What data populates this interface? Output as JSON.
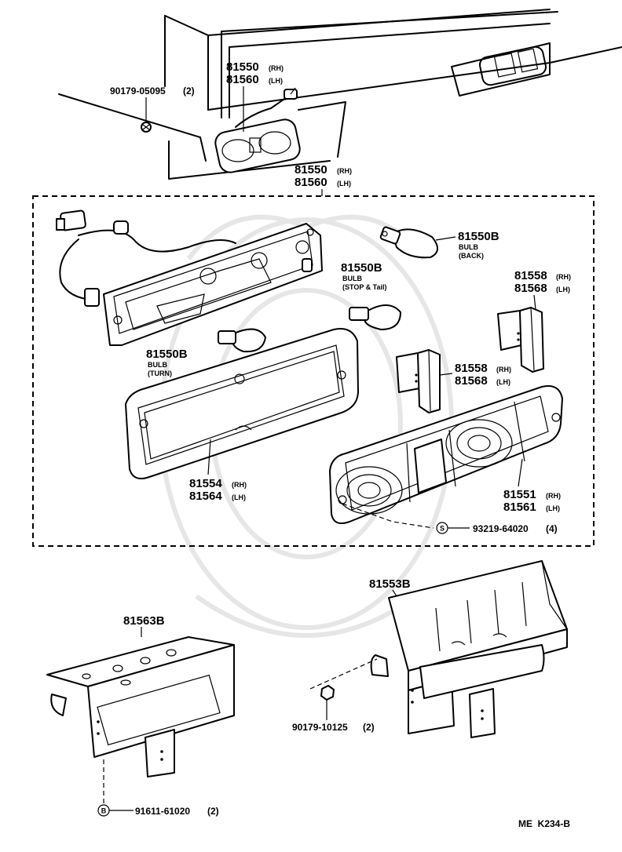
{
  "diagram": {
    "top": {
      "screw_part": "90179-05095",
      "screw_qty": "(2)",
      "lamp_rh": "81550",
      "lamp_lh": "81560",
      "rh": "(RH)",
      "lh": "(LH)"
    },
    "assembly": {
      "lamp_rh": "81550",
      "lamp_lh": "81560",
      "rh": "(RH)",
      "lh": "(LH)"
    },
    "bulb_back": {
      "part": "81550B",
      "type": "BULB",
      "use": "(BACK)"
    },
    "bulb_stop": {
      "part": "81550B",
      "type": "BULB",
      "use": "(STOP & Tail)"
    },
    "bulb_turn": {
      "part": "81550B",
      "type": "BULB",
      "use": "(TURN)"
    },
    "reflector_upper": {
      "rh_part": "81558",
      "lh_part": "81568",
      "rh": "(RH)",
      "lh": "(LH)"
    },
    "reflector_lower": {
      "rh_part": "81558",
      "lh_part": "81568",
      "rh": "(RH)",
      "lh": "(LH)"
    },
    "gasket": {
      "rh_part": "81554",
      "lh_part": "81564",
      "rh": "(RH)",
      "lh": "(LH)"
    },
    "lens": {
      "rh_part": "81551",
      "lh_part": "81561",
      "rh": "(RH)",
      "lh": "(LH)"
    },
    "lens_screw": {
      "marker": "S",
      "part": "93219-64020",
      "qty": "(4)"
    },
    "bracket_right": {
      "part": "81553B"
    },
    "bracket_left": {
      "part": "81563B"
    },
    "nut": {
      "part": "90179-10125",
      "qty": "(2)"
    },
    "bolt": {
      "marker": "B",
      "part": "91611-61020",
      "qty": "(2)"
    },
    "diagram_code": "ME  K234-B"
  }
}
